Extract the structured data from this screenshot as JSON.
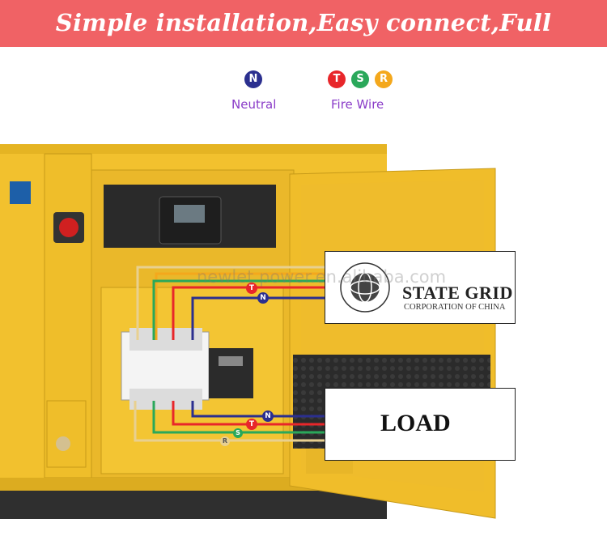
{
  "banner": {
    "title": "Simple installation,Easy connect,Full Automatic",
    "color": "#f06265"
  },
  "legend": {
    "neutral": {
      "symbol": "N",
      "label": "Neutral",
      "color": "#2b2f8f"
    },
    "fire": {
      "symbols": [
        "T",
        "S",
        "R"
      ],
      "label": "Fire Wire",
      "colors": [
        "#e8262a",
        "#2aa85a",
        "#f4a81c"
      ]
    }
  },
  "diagram": {
    "grid_box": {
      "title": "STATE GRID",
      "subtitle": "CORPORATION OF CHINA"
    },
    "load_box": {
      "label": "LOAD"
    },
    "wire_labels": {
      "top_t": "T",
      "top_n": "N",
      "bottom_n": "N",
      "bottom_t": "T",
      "bottom_s": "S",
      "bottom_r": "R"
    },
    "watermark": "newlet power.en.alibaba.com"
  }
}
